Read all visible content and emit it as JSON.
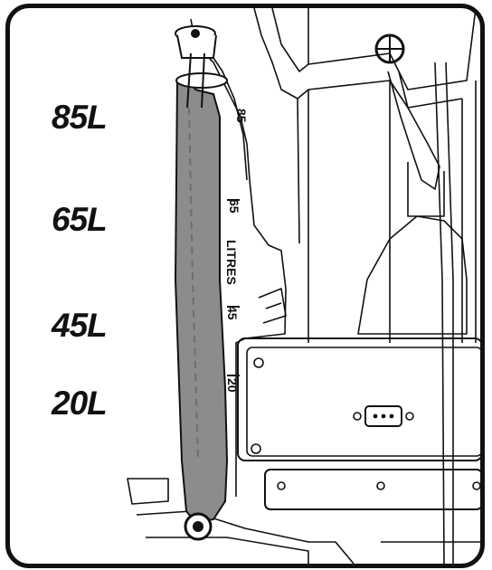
{
  "levels": [
    {
      "label": "85L",
      "scale_mark": "85"
    },
    {
      "label": "65L",
      "scale_mark": "65"
    },
    {
      "label": "45L",
      "scale_mark": "45"
    },
    {
      "label": "20L",
      "scale_mark": "20"
    }
  ],
  "tank_text": "LITRES",
  "colors": {
    "tube": "#8c8c8c",
    "line": "#111111",
    "frame": "#111111"
  }
}
